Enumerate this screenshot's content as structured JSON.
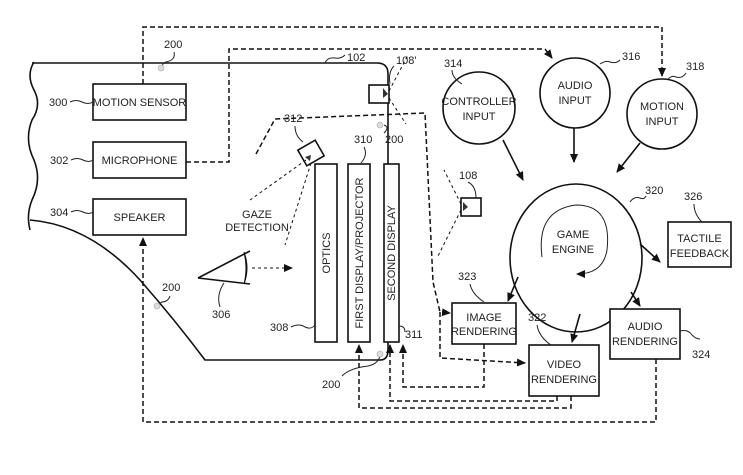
{
  "figure": {
    "components": {
      "motion_sensor": {
        "label": "MOTION SENSOR",
        "ref": "300"
      },
      "microphone": {
        "label": "MICROPHONE",
        "ref": "302"
      },
      "speaker": {
        "label": "SPEAKER",
        "ref": "304"
      },
      "eye": {
        "ref": "306"
      },
      "optics": {
        "label": "OPTICS",
        "ref": "308"
      },
      "first_display": {
        "label": "FIRST DISPLAY/PROJECTOR",
        "ref": "310"
      },
      "second_display": {
        "label": "SECOND DISPLAY",
        "ref": "311"
      },
      "gaze_camera": {
        "ref": "312"
      },
      "gaze_detection": {
        "line1": "GAZE",
        "line2": "DETECTION"
      },
      "controller_input": {
        "line1": "CONTROLLER",
        "line2": "INPUT",
        "ref": "314"
      },
      "audio_input": {
        "line1": "AUDIO",
        "line2": "INPUT",
        "ref": "316"
      },
      "motion_input": {
        "line1": "MOTION",
        "line2": "INPUT",
        "ref": "318"
      },
      "game_engine": {
        "line1": "GAME",
        "line2": "ENGINE",
        "ref": "320"
      },
      "video_rendering": {
        "line1": "VIDEO",
        "line2": "RENDERING",
        "ref": "322"
      },
      "image_rendering": {
        "line1": "IMAGE",
        "line2": "RENDERING",
        "ref": "323"
      },
      "audio_rendering": {
        "line1": "AUDIO",
        "line2": "RENDERING",
        "ref": "324"
      },
      "tactile_feedback": {
        "line1": "TACTILE",
        "line2": "FEEDBACK",
        "ref": "326"
      },
      "camera_front": {
        "ref": "108'"
      },
      "camera_external": {
        "ref": "108"
      }
    },
    "refs": {
      "hmd": "200",
      "strap": "102"
    }
  }
}
